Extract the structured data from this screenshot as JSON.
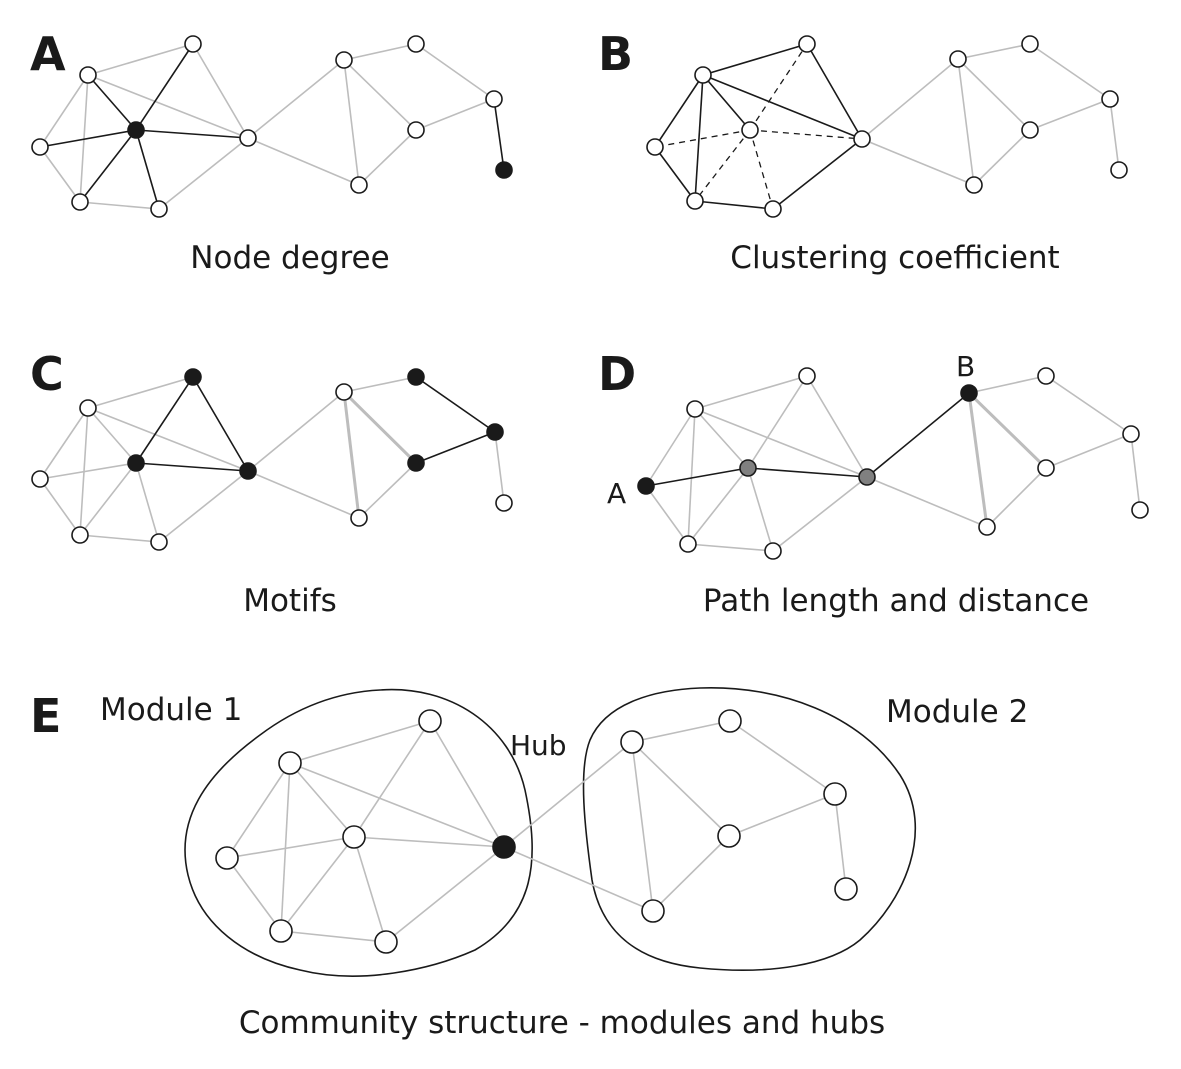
{
  "panels": {
    "A": {
      "letter": "A",
      "caption": "Node degree"
    },
    "B": {
      "letter": "B",
      "caption": "Clustering coefficient"
    },
    "C": {
      "letter": "C",
      "caption": "Motifs"
    },
    "D": {
      "letter": "D",
      "caption": "Path length and distance",
      "node_labels": {
        "start": "A",
        "end": "B"
      }
    },
    "E": {
      "letter": "E",
      "caption": "Community structure - modules and hubs",
      "module1_label": "Module 1",
      "module2_label": "Module 2",
      "hub_label": "Hub"
    }
  },
  "colors": {
    "node_fill_default": "#ffffff",
    "node_fill_highlight": "#1a1a1a",
    "node_fill_path": "#808080",
    "edge_default": "#bdbdbd",
    "edge_highlight": "#1a1a1a"
  }
}
